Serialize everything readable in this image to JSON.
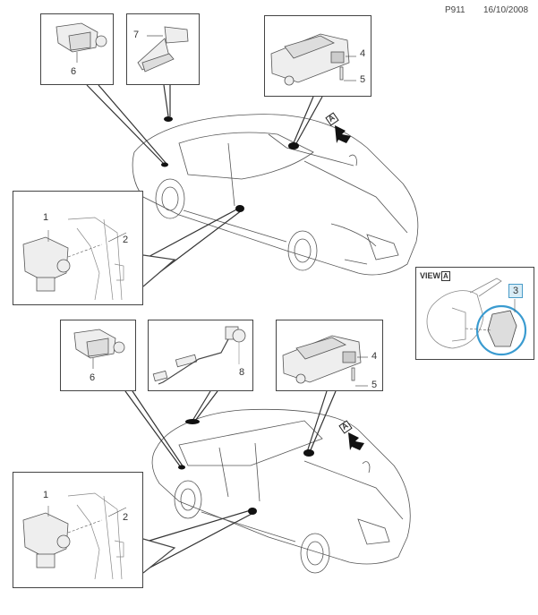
{
  "header": {
    "page_code": "P911",
    "date": "16/10/2008"
  },
  "sedan_section": {
    "boxes": [
      {
        "id": "rear-actuator",
        "callouts": [
          "6"
        ]
      },
      {
        "id": "hatch-lock",
        "callouts": [
          "7"
        ]
      },
      {
        "id": "fuel-flap-motor",
        "callouts": [
          "4",
          "5"
        ]
      },
      {
        "id": "door-motor",
        "callouts": [
          "1",
          "2"
        ]
      }
    ],
    "view_arrow_label": "A"
  },
  "wagon_section": {
    "boxes": [
      {
        "id": "rear-actuator",
        "callouts": [
          "6"
        ]
      },
      {
        "id": "wiring-harness",
        "callouts": [
          "8"
        ]
      },
      {
        "id": "fuel-flap-motor",
        "callouts": [
          "4",
          "5"
        ]
      },
      {
        "id": "door-motor",
        "callouts": [
          "1",
          "2"
        ]
      }
    ],
    "view_arrow_label": "A"
  },
  "view_a": {
    "label": "VIEW",
    "view_letter": "A",
    "callout": "3",
    "highlight_color": "#3a9bd0"
  }
}
